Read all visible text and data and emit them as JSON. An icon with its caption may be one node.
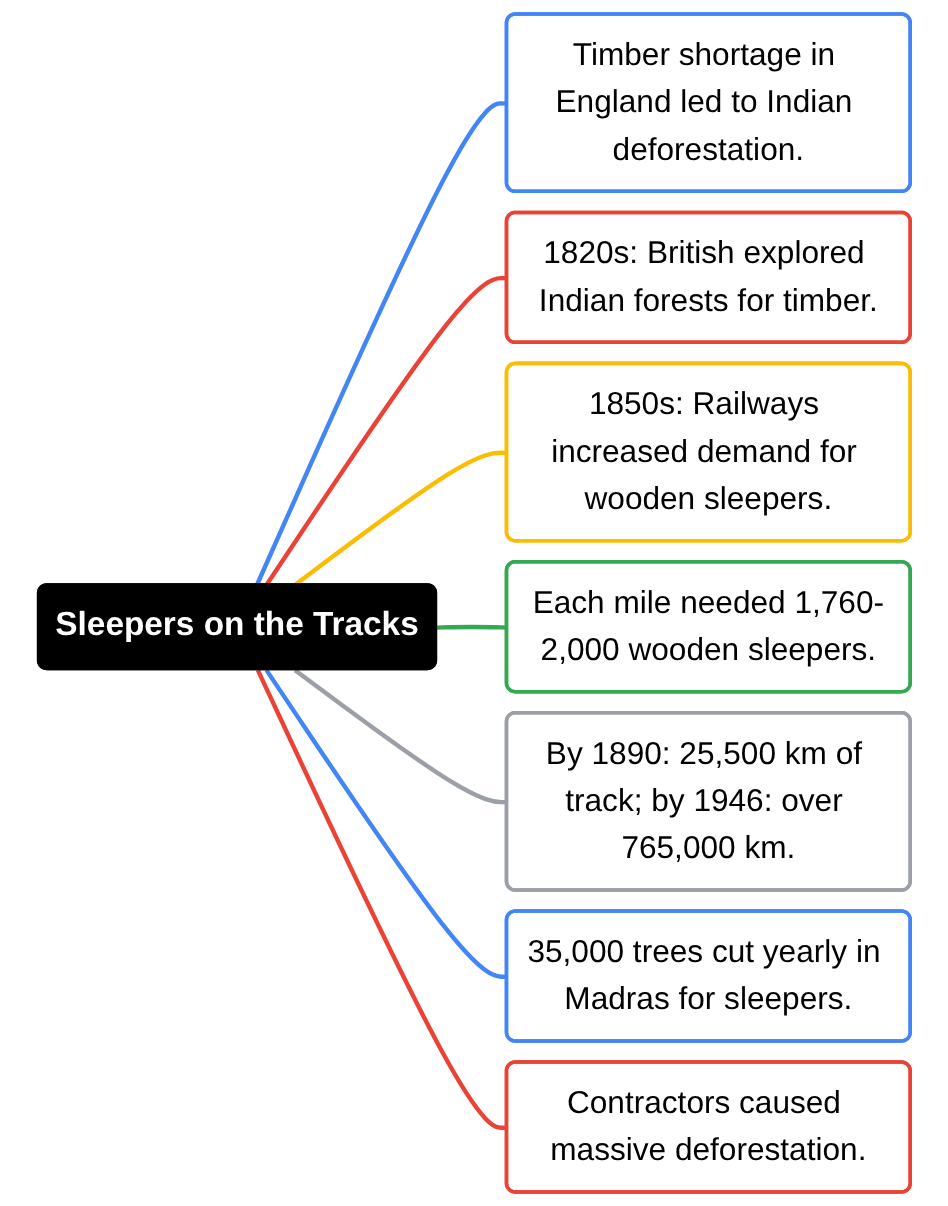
{
  "diagram": {
    "nodes": [
      {
        "text": [
          "Sleepers on the Tracks"
        ]
      },
      {
        "text": [
          "Timber shortage in England led to Indian deforestation."
        ]
      },
      {
        "text": [
          "1820s: British explored Indian forests for timber."
        ]
      },
      {
        "text": [
          "1850s: Railways increased demand for wooden sleepers."
        ]
      },
      {
        "text": [
          "Each mile needed 1,760-2,000 wooden sleepers."
        ]
      },
      {
        "text": [
          "By 1890: 25,500 km of track; by 1946: over 765,000 km."
        ]
      },
      {
        "text": [
          "35,000 trees cut yearly in Madras for sleepers."
        ]
      },
      {
        "text": [
          "Contractors caused massive deforestation."
        ]
      }
    ],
    "edges": [
      {
        "from": 0,
        "to": 1,
        "arrow": "none",
        "color": "#4285f4"
      },
      {
        "from": 0,
        "to": 2,
        "arrow": "none",
        "color": "#ea4335"
      },
      {
        "from": 0,
        "to": 3,
        "arrow": "none",
        "color": "#fbbc04"
      },
      {
        "from": 0,
        "to": 4,
        "arrow": "none",
        "color": "#34a853"
      },
      {
        "from": 0,
        "to": 5,
        "arrow": "none",
        "color": "#9aa0a6"
      },
      {
        "from": 0,
        "to": 6,
        "arrow": "none",
        "color": "#4285f4"
      },
      {
        "from": 0,
        "to": 7,
        "arrow": "none",
        "color": "#ea4335"
      }
    ]
  }
}
